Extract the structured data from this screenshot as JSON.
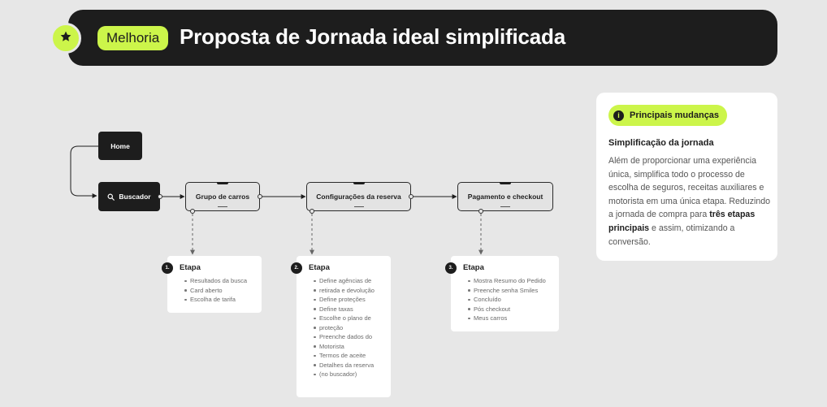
{
  "header": {
    "badge_icon": "star-icon",
    "pill_label": "Melhoria",
    "title": "Proposta de Jornada ideal simplificada"
  },
  "colors": {
    "accent": "#ccf54a",
    "dark": "#1d1d1d",
    "background": "#e7e7e7"
  },
  "flow": {
    "home": "Home",
    "buscador": "Buscador",
    "buscador_icon": "search-icon",
    "grupo": "Grupo de carros",
    "config": "Configurações da reserva",
    "pagamento": "Pagamento e checkout"
  },
  "steps": [
    {
      "number": "1.",
      "title": "Etapa",
      "items": [
        "Resultados da busca",
        "Card aberto",
        "Escolha de tarifa"
      ]
    },
    {
      "number": "2.",
      "title": "Etapa",
      "items": [
        "Define agências de",
        "retirada e devolução",
        "Define proteções",
        "Define taxas",
        "Escolhe o plano de",
        "proteção",
        "Preenche dados do",
        "Motorista",
        "Termos de aceite",
        "Detalhes da reserva",
        "(no buscador)"
      ]
    },
    {
      "number": "3.",
      "title": "Etapa",
      "items": [
        "Mostra Resumo do Pedido",
        "Preenche senha Smiles",
        "Concluído",
        "Pós checkout",
        "Meus carros"
      ]
    }
  ],
  "changes": {
    "pill_label": "Principais mudanças",
    "pill_icon": "info-icon",
    "subtitle": "Simplificação da jornada",
    "body_part1": "Além de proporcionar uma experiência única, simplifica todo o processo de escolha de seguros, receitas auxiliares e motorista em uma única etapa. Reduzindo a jornada de compra para ",
    "body_bold": "três etapas principais",
    "body_part2": " e assim, otimizando a conversão."
  }
}
